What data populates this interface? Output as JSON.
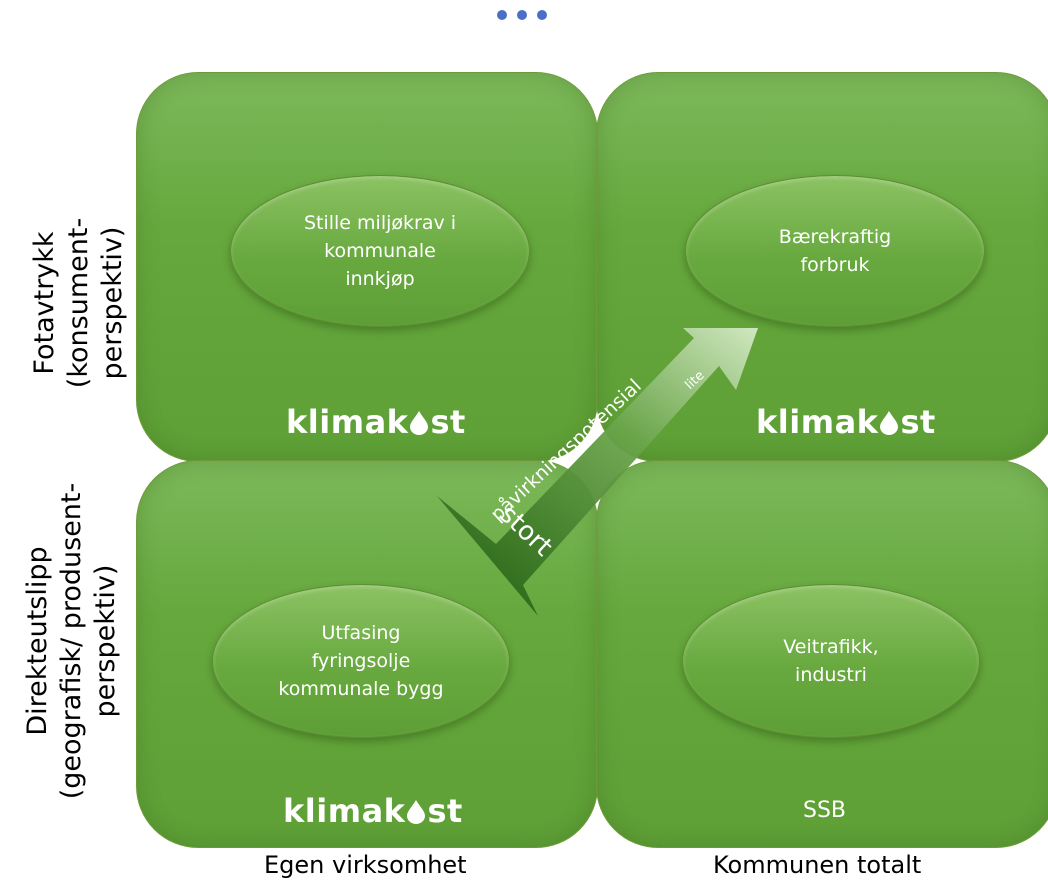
{
  "quadrants": [
    {
      "text": "Stille miljøkrav i\nkommunale\ninnkjøp",
      "source": "klimakost"
    },
    {
      "text": "Bærekraftig\nforbruk",
      "source": "klimakost"
    },
    {
      "text": "Utfasing\nfyringsolje\nkommunale bygg",
      "source": "klimakost"
    },
    {
      "text": "Veitrafikk,\nindustri",
      "source": "SSB"
    }
  ],
  "y_axis": {
    "top": "Fotavtrykk\n(konsument-\nperspektiv)",
    "bottom": "Direkteutslipp\n(geografisk/ produsent-\nperspektiv)"
  },
  "x_axis": {
    "left": "Egen virksomhet",
    "right": "Kommunen totalt"
  },
  "arrow": {
    "label": "påvirkningspotensial",
    "low": "lite",
    "high": "stort"
  },
  "colors": {
    "quadrant": "#66a83d",
    "ellipse": "#68a93f",
    "dots": "#4b6fc7"
  },
  "icons": {
    "more": "ellipsis-dots-icon",
    "logo_drop": "drop-icon"
  }
}
